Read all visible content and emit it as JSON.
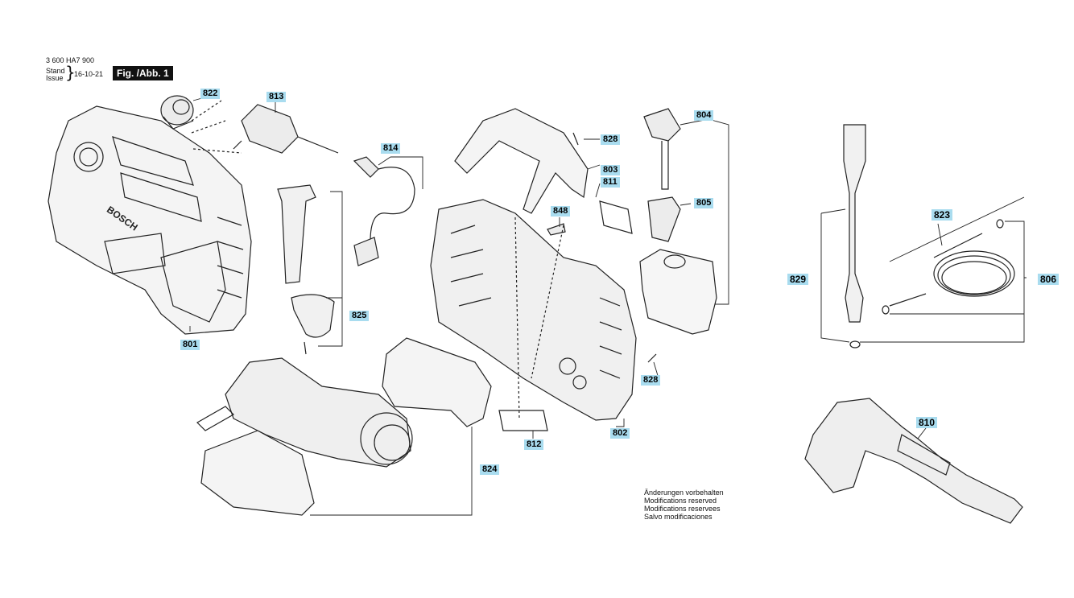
{
  "header": {
    "doc_number": "3 600 HA7 900",
    "stand": "Stand",
    "issue": "Issue",
    "date": "16-10-21",
    "figure": "Fig. /Abb. 1"
  },
  "parts": {
    "p801": "801",
    "p802": "802",
    "p803": "803",
    "p804": "804",
    "p805": "805",
    "p806": "806",
    "p810": "810",
    "p811": "811",
    "p812": "812",
    "p813": "813",
    "p814": "814",
    "p822": "822",
    "p823": "823",
    "p824": "824",
    "p825": "825",
    "p828a": "828",
    "p828b": "828",
    "p829": "829",
    "p848": "848"
  },
  "brand_mark": "BOSCH",
  "notes": [
    "Änderungen vorbehalten",
    "Modifications reserved",
    "Modifications reservees",
    "Salvo modificaciones"
  ]
}
